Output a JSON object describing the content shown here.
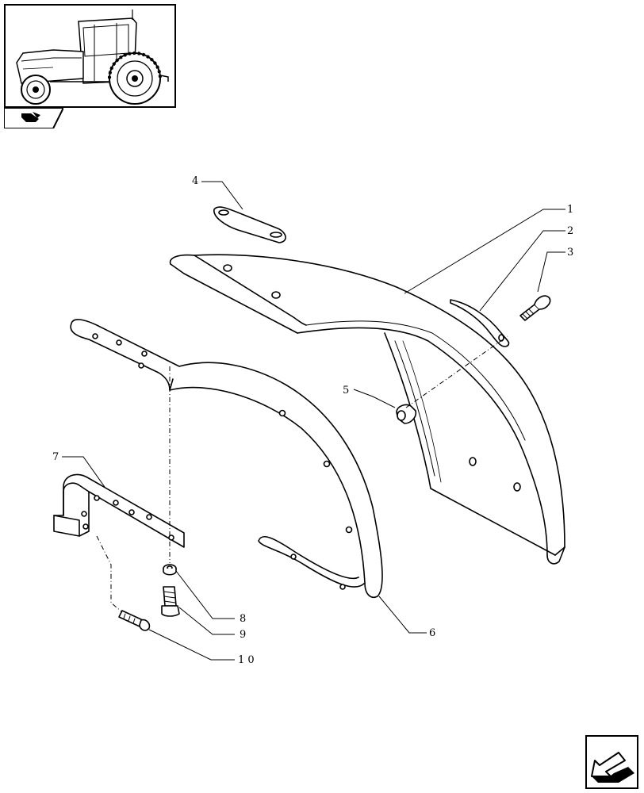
{
  "callouts": {
    "c1": "1",
    "c2": "2",
    "c3": "3",
    "c4": "4",
    "c5": "5",
    "c6": "6",
    "c7": "7",
    "c8": "8",
    "c9": "9",
    "c10": "1 0"
  },
  "icons": {
    "thumbnail": "tractor-thumbnail-icon",
    "section_tab": "section-tab-icon",
    "next_page": "next-page-arrow-icon"
  }
}
